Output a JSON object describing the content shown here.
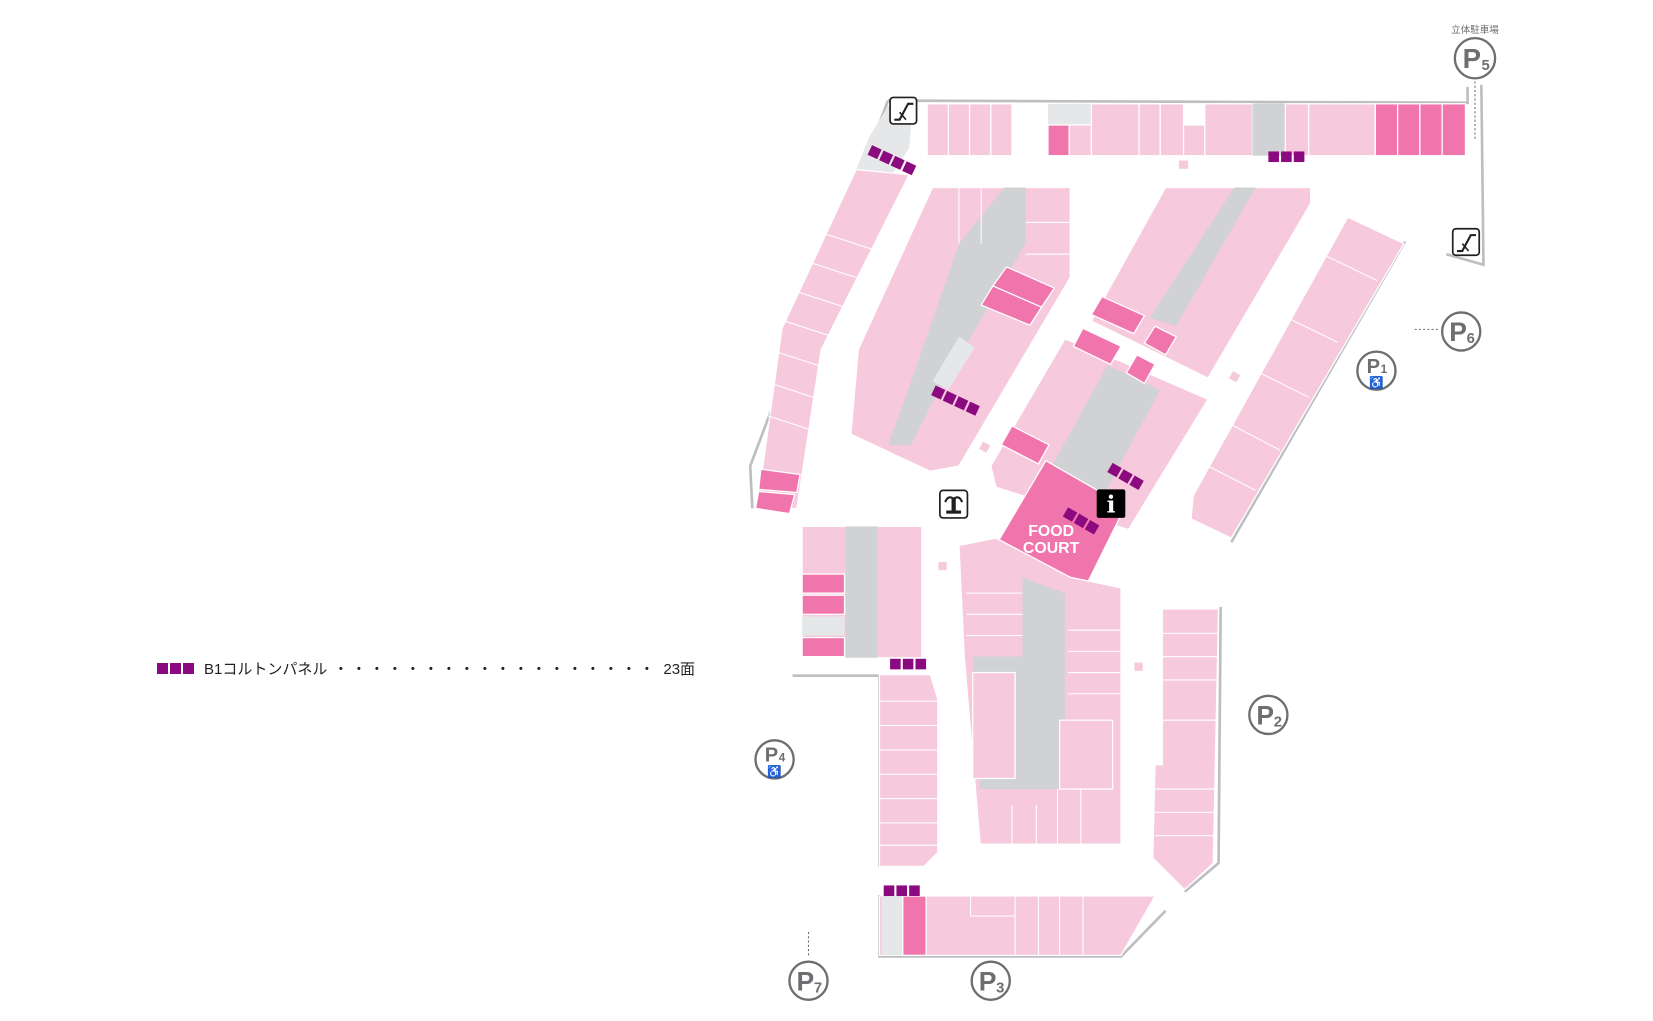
{
  "legend": {
    "label": "B1コルトンパネル",
    "leader": "・・・・・・・・・・・・・・・・・・",
    "count": "23面",
    "color": "#8b0a7f"
  },
  "map": {
    "food_court_line1": "FOOD",
    "food_court_line2": "COURT",
    "multistory_parking_label": "立体駐車場",
    "parking": [
      {
        "id": "P1",
        "letter": "P",
        "number": "1",
        "accessible": true
      },
      {
        "id": "P2",
        "letter": "P",
        "number": "2",
        "accessible": false
      },
      {
        "id": "P3",
        "letter": "P",
        "number": "3",
        "accessible": false
      },
      {
        "id": "P4",
        "letter": "P",
        "number": "4",
        "accessible": true
      },
      {
        "id": "P5",
        "letter": "P",
        "number": "5",
        "accessible": false
      },
      {
        "id": "P6",
        "letter": "P",
        "number": "6",
        "accessible": false
      },
      {
        "id": "P7",
        "letter": "P",
        "number": "7",
        "accessible": false
      }
    ],
    "info_glyph": "i",
    "colors": {
      "shop": "#f7c9dc",
      "highlight": "#f075ad",
      "corridor": "#d1d2d4",
      "panel": "#8b0a7f"
    }
  }
}
